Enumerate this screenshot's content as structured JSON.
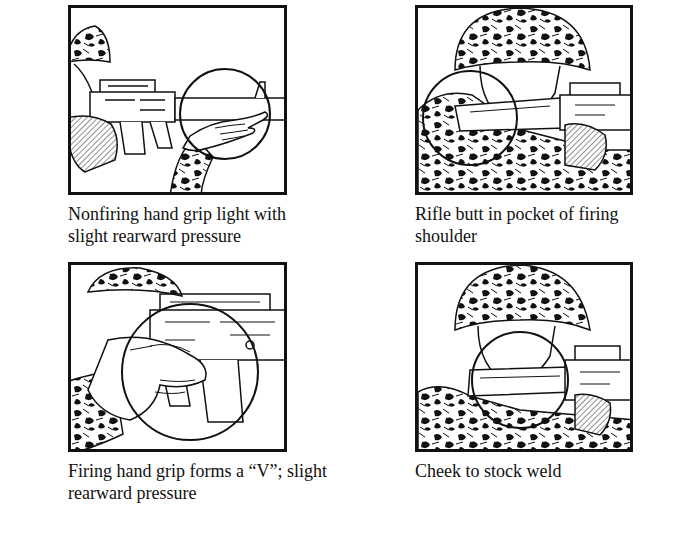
{
  "diagram": {
    "nodes": [
      {
        "text": [
          "Nonfiring hand grip light with slight rearward pressure"
        ]
      },
      {
        "text": [
          "Rifle butt in pocket of firing shoulder"
        ]
      },
      {
        "text": [
          "Firing hand grip forms a “V”; slight rearward pressure"
        ]
      },
      {
        "text": [
          "Cheek to stock weld"
        ]
      }
    ]
  }
}
